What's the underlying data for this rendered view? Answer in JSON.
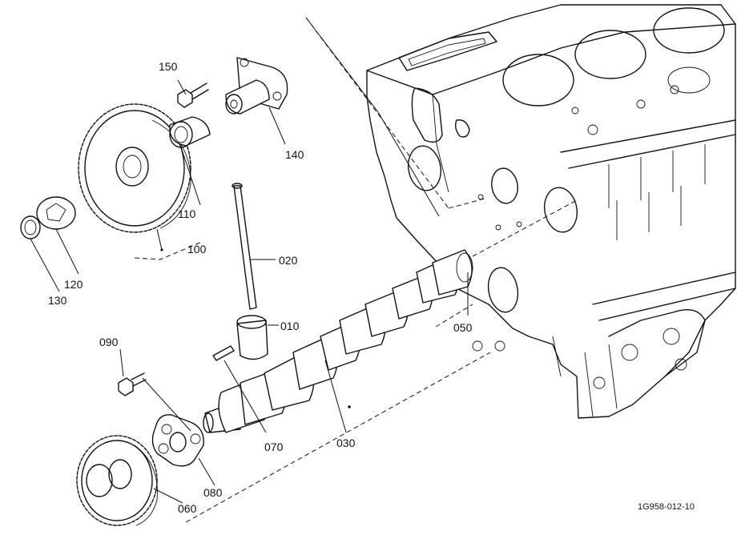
{
  "parts": {
    "p150": "150",
    "p140": "140",
    "p110": "110",
    "p100": "100",
    "p020": "020",
    "p120": "120",
    "p130": "130",
    "p010": "010",
    "p050": "050",
    "p090": "090",
    "p070": "070",
    "p030": "030",
    "p080": "080",
    "p060": "060"
  },
  "reference_code": "1G958-012-10"
}
